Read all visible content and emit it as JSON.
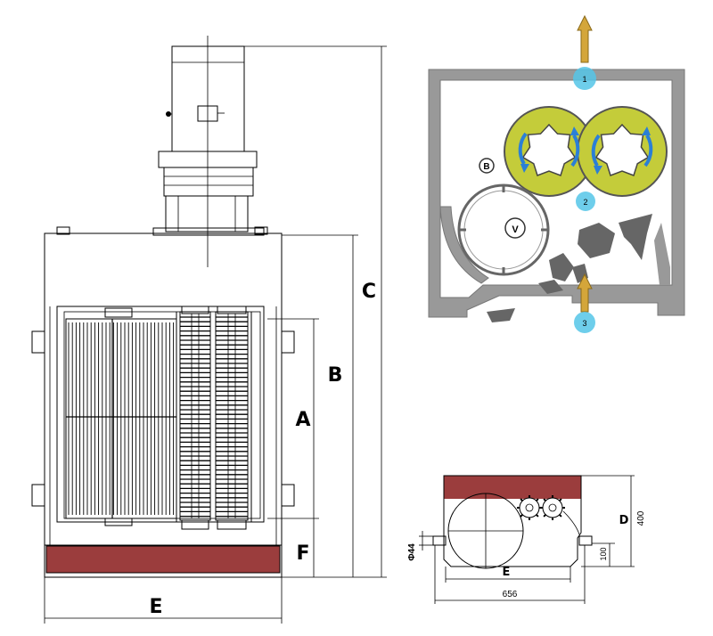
{
  "front_view": {
    "dimension_labels": {
      "a": "A",
      "b": "B",
      "c": "C",
      "e": "E",
      "f": "F"
    },
    "colors": {
      "base_band": "#9b3d3d",
      "line": "#000000"
    }
  },
  "section_view": {
    "step_labels": {
      "first": "1",
      "second": "2",
      "third": "3"
    },
    "rotor_symbols": {
      "large_rotor": "V",
      "small_mark": "B"
    },
    "colors": {
      "housing": "#999999",
      "cutter": "#c4cc3a",
      "arrow_gold": "#d4a63a",
      "flow_blue": "#2b7fd6",
      "dot_cyan": "#55c6e8",
      "debris": "#666666"
    }
  },
  "plan_view": {
    "labels": {
      "width": "E",
      "depth": "D",
      "overall_width": "656",
      "height_value": "400",
      "shaft_dia": "Φ44",
      "offset": "100"
    },
    "colors": {
      "band": "#9b3d3d"
    }
  }
}
